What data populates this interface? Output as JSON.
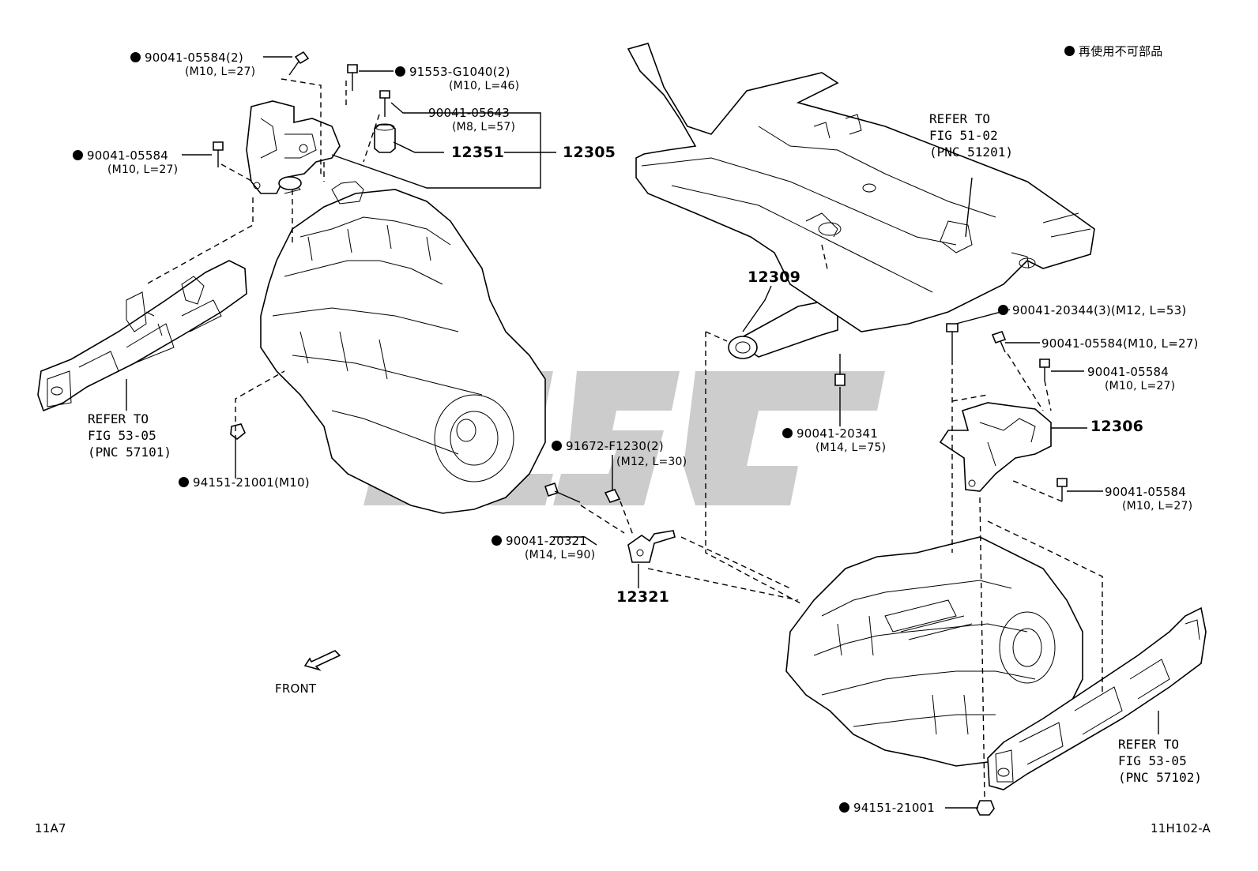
{
  "legend": {
    "text": "再使用不可部品"
  },
  "labels": {
    "p1": {
      "part": "90041-05584(2)",
      "spec": "(M10, L=27)"
    },
    "p2": {
      "part": "91553-G1040(2)",
      "spec": "(M10, L=46)"
    },
    "p3": {
      "part": "90041-05643",
      "spec": "(M8, L=57)"
    },
    "p4": {
      "part": "90041-05584",
      "spec": "(M10, L=27)"
    },
    "n12351": "12351",
    "n12305": "12305",
    "p5": {
      "part": "94151-21001(M10)"
    },
    "n12309": "12309",
    "p6": {
      "part": "90041-20344(3)(M12, L=53)"
    },
    "p7": {
      "part": "90041-05584(M10, L=27)"
    },
    "p8": {
      "part": "90041-05584",
      "spec": "(M10, L=27)"
    },
    "n12306": "12306",
    "p9": {
      "part": "90041-05584",
      "spec": "(M10, L=27)"
    },
    "p10": {
      "part": "90041-20341",
      "spec": "(M14, L=75)"
    },
    "p11": {
      "part": "91672-F1230(2)",
      "spec": "(M12, L=30)"
    },
    "p12": {
      "part": "90041-20321",
      "spec": "(M14, L=90)"
    },
    "n12321": "12321",
    "p13": {
      "part": "94151-21001"
    }
  },
  "refs": {
    "left": [
      "REFER TO",
      "FIG 53-05",
      "(PNC 57101)"
    ],
    "top_right": [
      "REFER TO",
      "FIG 51-02",
      "(PNC 51201)"
    ],
    "bottom_right": [
      "REFER TO",
      "FIG 53-05",
      "(PNC 57102)"
    ]
  },
  "front_label": "FRONT",
  "corner_left": "11A7",
  "corner_right": "11H102-A"
}
